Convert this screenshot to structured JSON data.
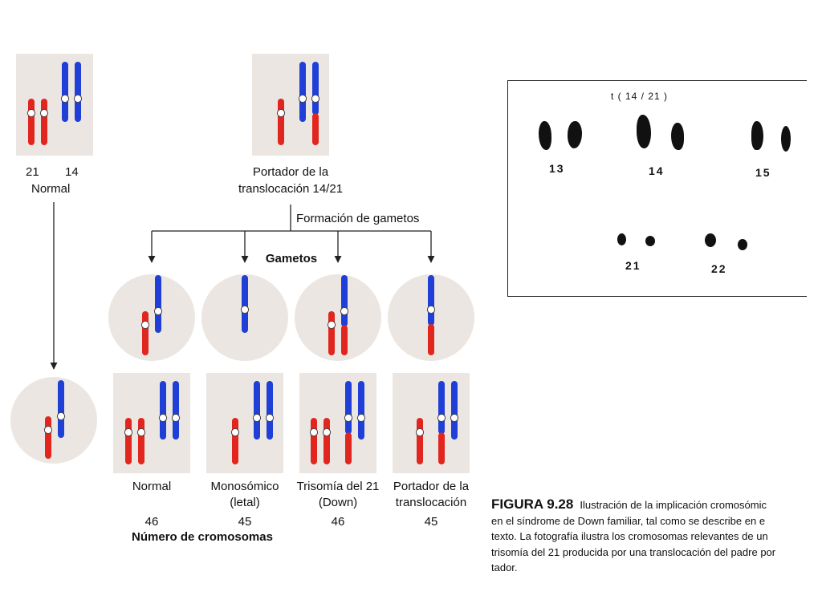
{
  "parent_normal": {
    "chrom_a": "21",
    "chrom_b": "14",
    "label": "Normal"
  },
  "parent_carrier": {
    "label_line1": "Portador de la",
    "label_line2": "translocación 14/21"
  },
  "gamete_formation_label": "Formación de gametos",
  "gametes_label": "Gametos",
  "offspring": [
    {
      "label_line1": "Normal",
      "label_line2": "",
      "count": "46"
    },
    {
      "label_line1": "Monosómico",
      "label_line2": "(letal)",
      "count": "45"
    },
    {
      "label_line1": "Trisomía del 21",
      "label_line2": "(Down)",
      "count": "46"
    },
    {
      "label_line1": "Portador de la",
      "label_line2": "translocación",
      "count": "45"
    }
  ],
  "count_title": "Número de cromosomas",
  "karyotype": {
    "title": "t ( 14 / 21 )",
    "labels": [
      "13",
      "14",
      "15",
      "21",
      "22"
    ]
  },
  "caption": {
    "title": "FIGURA 9.28",
    "line1": "Ilustración de la implicación cromosómic",
    "line2": "en el síndrome de Down familiar, tal como se describe en e",
    "line3": "texto. La fotografía ilustra los cromosomas relevantes de un",
    "line4": "trisomía del 21 producida por una translocación del padre por",
    "line5": "tador."
  },
  "colors": {
    "chrom21": "#e0261f",
    "chrom14": "#1f3fd6",
    "cell_bg": "#ebe6e1",
    "centromere": "#ffffff",
    "line": "#222222"
  }
}
